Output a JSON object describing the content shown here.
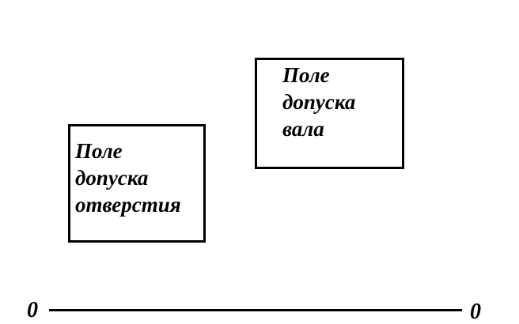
{
  "zones": {
    "hole": {
      "lines": [
        "Поле",
        "допуска",
        "отверстия"
      ]
    },
    "shaft": {
      "lines": [
        "Поле",
        "допуска",
        "вала"
      ]
    }
  },
  "zero_line": {
    "left_label": "0",
    "right_label": "0"
  },
  "colors": {
    "line": "#000000",
    "background": "#ffffff"
  }
}
